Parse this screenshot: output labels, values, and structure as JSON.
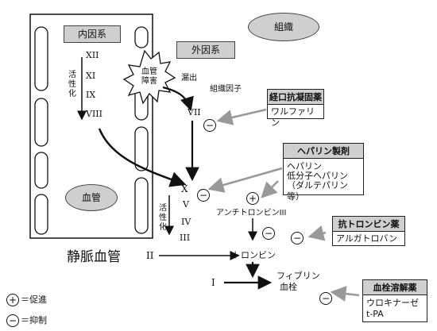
{
  "labels": {
    "intrinsic": "内因系",
    "extrinsic": "外因系",
    "tissue": "組織",
    "vessel": "血管",
    "vessel_injury_1": "血管",
    "vessel_injury_2": "障害",
    "leakage": "漏出",
    "tissue_factor": "組織因子",
    "activation_1_a": "活",
    "activation_1_b": "性",
    "activation_1_c": "化",
    "activation_2_a": "活",
    "activation_2_b": "性",
    "activation_2_c": "化",
    "vein": "静脈血管",
    "antithrombin": "アンチトロンビンIII",
    "thrombin": "トロンビン",
    "fibrin_1": "フィブリン",
    "fibrin_2": "血栓"
  },
  "factors": {
    "f12": "XII",
    "f11": "XI",
    "f9": "IX",
    "f8": "VIII",
    "f7": "VII",
    "f10": "X",
    "f5": "V",
    "f4": "IV",
    "f3": "III",
    "f2": "II",
    "f1": "I"
  },
  "drugs": {
    "oral": {
      "title": "経口抗凝固薬",
      "items": [
        "ワルファリン"
      ]
    },
    "heparin": {
      "title": "ヘパリン製剤",
      "items": [
        "ヘパリン",
        "低分子ヘパリン",
        "（ダルテパリン等）"
      ]
    },
    "antithrombin_drug": {
      "title": "抗トロンビン薬",
      "items": [
        "アルガトロバン"
      ]
    },
    "thrombolytic": {
      "title": "血栓溶解薬",
      "items": [
        "ウロキナーゼ",
        "t-PA"
      ]
    }
  },
  "legend": {
    "plus_symbol": "+",
    "plus_text": "＝促進",
    "minus_symbol": "−",
    "minus_text": "＝抑制"
  },
  "signs": {
    "minus": "−",
    "plus": "+"
  }
}
